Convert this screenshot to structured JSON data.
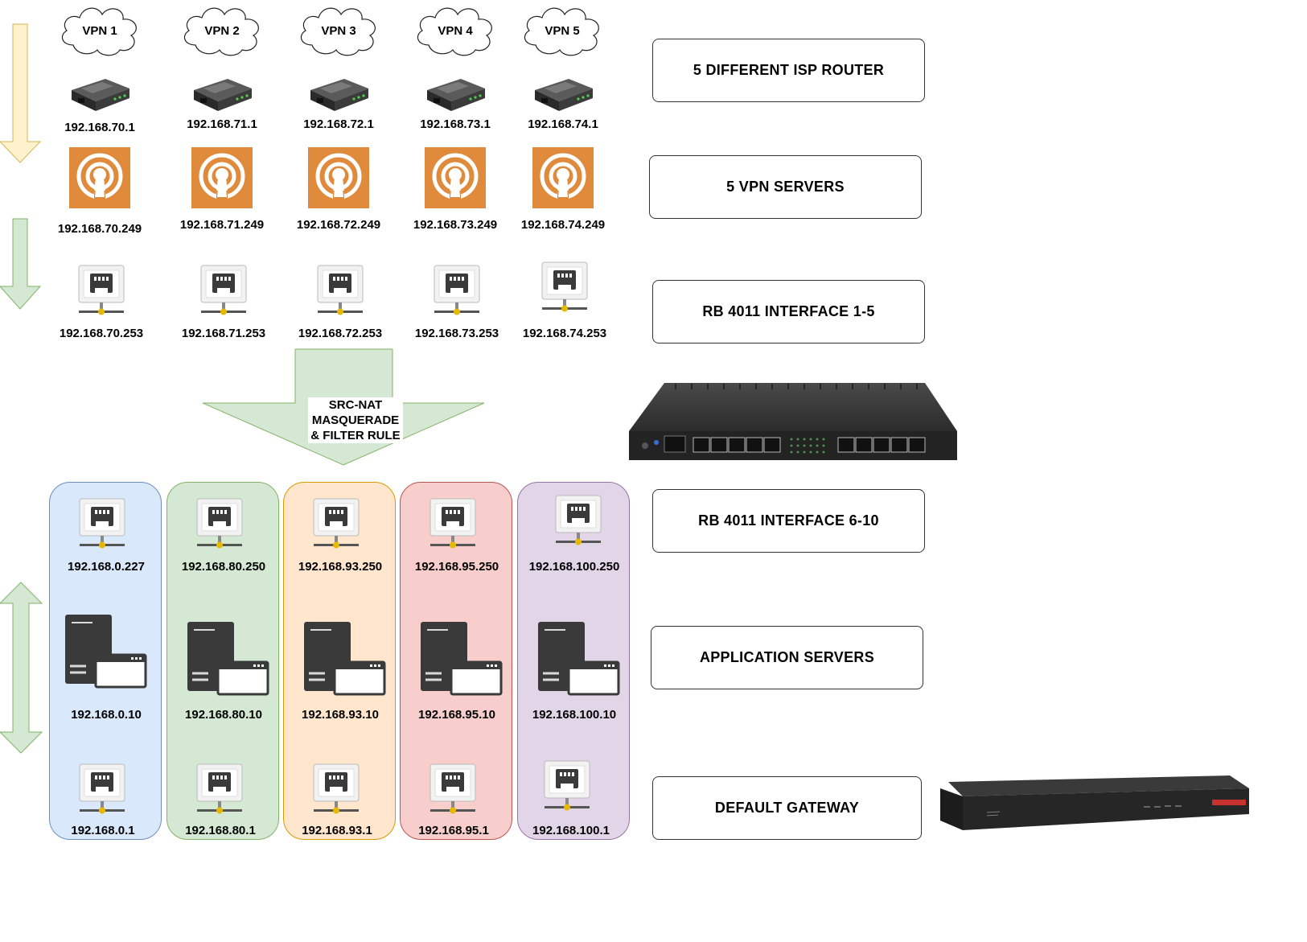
{
  "vpn_clouds": [
    "VPN 1",
    "VPN 2",
    "VPN 3",
    "VPN 4",
    "VPN 5"
  ],
  "isp_router_ips": [
    "192.168.70.1",
    "192.168.71.1",
    "192.168.72.1",
    "192.168.73.1",
    "192.168.74.1"
  ],
  "vpn_server_ips": [
    "192.168.70.249",
    "192.168.71.249",
    "192.168.72.249",
    "192.168.73.249",
    "192.168.74.249"
  ],
  "rb_if_1_5_ips": [
    "192.168.70.253",
    "192.168.71.253",
    "192.168.72.253",
    "192.168.73.253",
    "192.168.74.253"
  ],
  "nat": {
    "line1": "SRC-NAT",
    "line2": "MASQUERADE",
    "line3": "& FILTER RULE"
  },
  "lanes": [
    {
      "color": "#dae8fc",
      "border": "#6c8ebf",
      "if_ip": "192.168.0.227",
      "app_ip": "192.168.0.10",
      "gw_ip": "192.168.0.1"
    },
    {
      "color": "#d5e8d4",
      "border": "#82b366",
      "if_ip": "192.168.80.250",
      "app_ip": "192.168.80.10",
      "gw_ip": "192.168.80.1"
    },
    {
      "color": "#ffe6cc",
      "border": "#d79b00",
      "if_ip": "192.168.93.250",
      "app_ip": "192.168.93.10",
      "gw_ip": "192.168.93.1"
    },
    {
      "color": "#f8cecc",
      "border": "#b85450",
      "if_ip": "192.168.95.250",
      "app_ip": "192.168.95.10",
      "gw_ip": "192.168.95.1"
    },
    {
      "color": "#e1d5e7",
      "border": "#9673a6",
      "if_ip": "192.168.100.250",
      "app_ip": "192.168.100.10",
      "gw_ip": "192.168.100.1"
    }
  ],
  "legend": {
    "isp": "5 DIFFERENT ISP ROUTER",
    "vpn": "5 VPN SERVERS",
    "rb1": "RB 4011 INTERFACE 1-5",
    "rb2": "RB 4011 INTERFACE 6-10",
    "app": "APPLICATION SERVERS",
    "gw": "DEFAULT GATEWAY"
  },
  "colors": {
    "arrow_yellow": "#fff2cc",
    "arrow_green": "#d5e8d4",
    "vpn_orange": "#e08a3c",
    "server_dark": "#3c3c3c"
  },
  "icons": {
    "cloud": "cloud-icon",
    "isp_router": "router-icon",
    "vpn_server": "openvpn-icon",
    "interface": "network-interface-icon",
    "app_server": "application-server-icon",
    "mikrotik": "mikrotik-rb4011-device",
    "gateway": "cisco-asa-device"
  }
}
